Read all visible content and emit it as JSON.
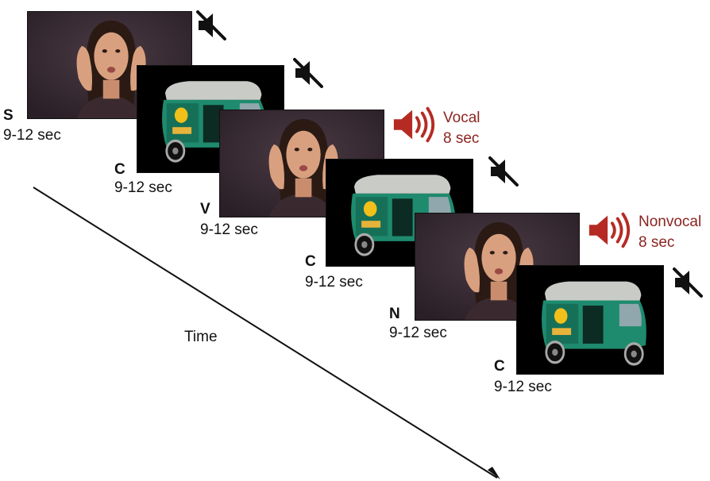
{
  "colors": {
    "accent": "#8b2520",
    "frame": "#000000"
  },
  "time_label": "Time",
  "trials": [
    {
      "letter": "S",
      "duration": "9-12 sec",
      "stimulus": "face",
      "sound": "mute-icon"
    },
    {
      "letter": "C",
      "duration": "9-12 sec",
      "stimulus": "auto-rickshaw",
      "sound": "mute-icon"
    },
    {
      "letter": "V",
      "duration": "9-12 sec",
      "stimulus": "face",
      "sound": "speaker-icon",
      "sound_label": "Vocal",
      "sound_duration": "8 sec"
    },
    {
      "letter": "C",
      "duration": "9-12 sec",
      "stimulus": "auto-rickshaw",
      "sound": "mute-icon"
    },
    {
      "letter": "N",
      "duration": "9-12 sec",
      "stimulus": "face",
      "sound": "speaker-icon",
      "sound_label": "Nonvocal",
      "sound_duration": "8 sec"
    },
    {
      "letter": "C",
      "duration": "9-12 sec",
      "stimulus": "auto-rickshaw",
      "sound": "mute-icon"
    }
  ]
}
